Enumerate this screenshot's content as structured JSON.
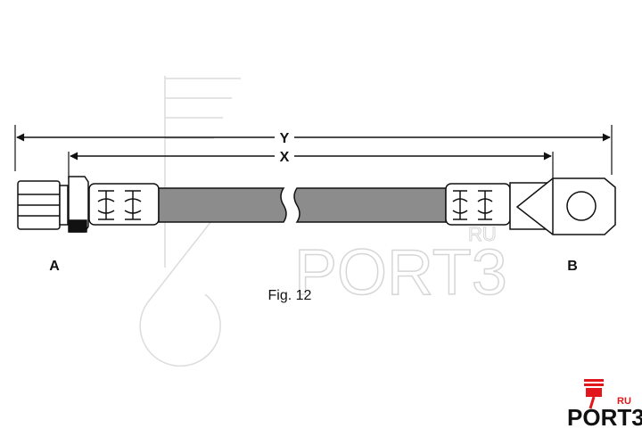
{
  "diagram": {
    "dimension_labels": {
      "overall": "Y",
      "hose": "X"
    },
    "end_labels": {
      "left": "A",
      "right": "B"
    },
    "caption": "Fig. 12"
  },
  "watermark": {
    "text": "PORT3",
    "suffix": "RU"
  },
  "logo": {
    "text": "PORT3",
    "suffix": "RU",
    "accent_color": "#e3171b"
  },
  "colors": {
    "hose_fill": "#8c8c8c",
    "line": "#111111"
  }
}
